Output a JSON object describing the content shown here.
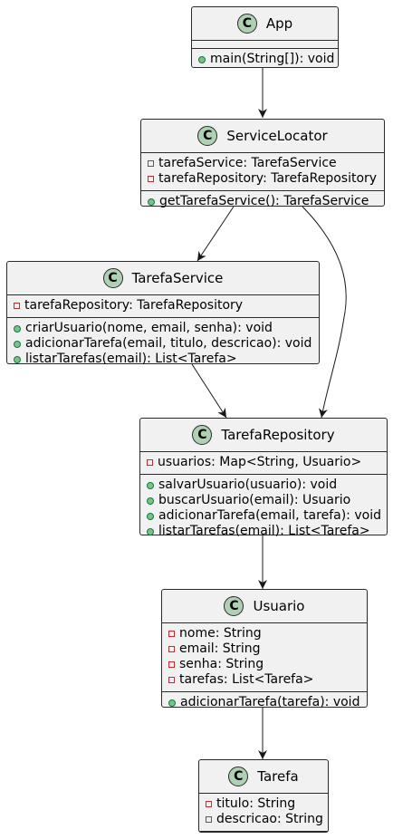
{
  "classes": [
    {
      "id": "app",
      "badge": "C",
      "name": "App",
      "fields": [],
      "methods": [
        "main(String[]): void"
      ]
    },
    {
      "id": "servicelocator",
      "badge": "C",
      "name": "ServiceLocator",
      "fields": [
        "tarefaService: TarefaService",
        "tarefaRepository: TarefaRepository"
      ],
      "methods": [
        "getTarefaService(): TarefaService"
      ]
    },
    {
      "id": "tarefaservice",
      "badge": "C",
      "name": "TarefaService",
      "fields": [
        "tarefaRepository: TarefaRepository"
      ],
      "methods": [
        "criarUsuario(nome, email, senha): void",
        "adicionarTarefa(email, titulo, descricao): void",
        "listarTarefas(email): List<Tarefa>"
      ]
    },
    {
      "id": "tarefarepository",
      "badge": "C",
      "name": "TarefaRepository",
      "fields": [
        "usuarios: Map<String, Usuario>"
      ],
      "methods": [
        "salvarUsuario(usuario): void",
        "buscarUsuario(email): Usuario",
        "adicionarTarefa(email, tarefa): void",
        "listarTarefas(email): List<Tarefa>"
      ]
    },
    {
      "id": "usuario",
      "badge": "C",
      "name": "Usuario",
      "fields": [
        "nome: String",
        "email: String",
        "senha: String",
        "tarefas: List<Tarefa>"
      ],
      "methods": [
        "adicionarTarefa(tarefa): void"
      ]
    },
    {
      "id": "tarefa",
      "badge": "C",
      "name": "Tarefa",
      "fields": [
        "titulo: String",
        "descricao: String"
      ],
      "methods": []
    }
  ],
  "relations": [
    {
      "from": "app",
      "to": "servicelocator"
    },
    {
      "from": "servicelocator",
      "to": "tarefaservice"
    },
    {
      "from": "servicelocator",
      "to": "tarefarepository"
    },
    {
      "from": "tarefaservice",
      "to": "tarefarepository"
    },
    {
      "from": "tarefarepository",
      "to": "usuario"
    },
    {
      "from": "usuario",
      "to": "tarefa"
    }
  ],
  "colors": {
    "class_fill": "#f1f1f1",
    "badge_fill": "#add1b2",
    "private_marker": "#c82930",
    "public_marker": "#84be84"
  }
}
